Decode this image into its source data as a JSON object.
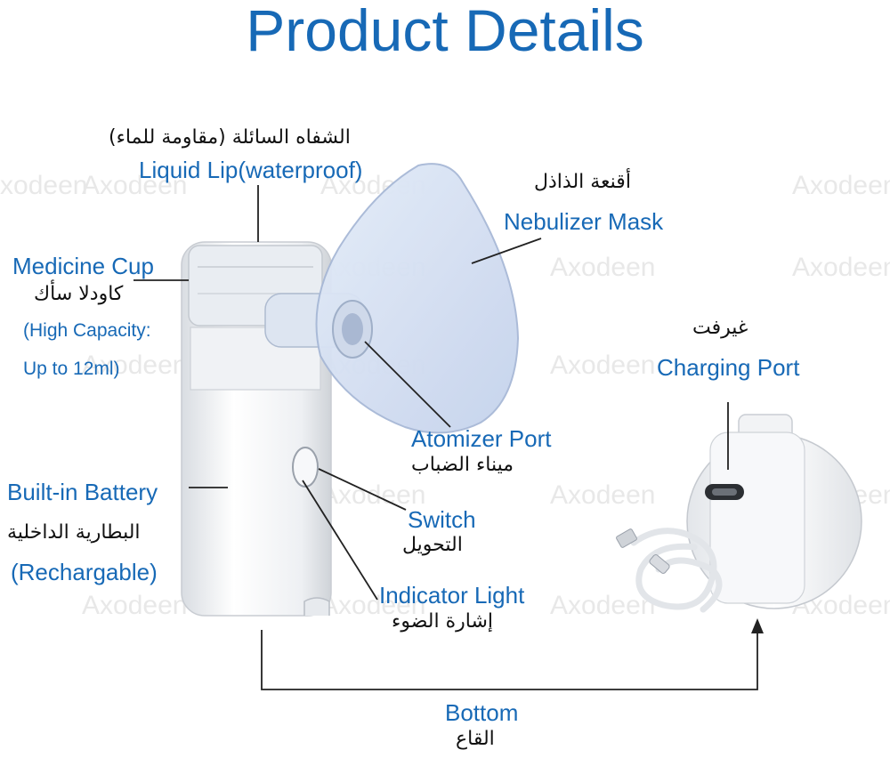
{
  "title": "Product Details",
  "watermark": "Axodeen",
  "labels": {
    "liquid_lip": {
      "ar": "الشفاه السائلة (مقاومة للماء)",
      "en": "Liquid Lip(waterproof)"
    },
    "nebulizer_mask": {
      "ar": "أقنعة الذاذل",
      "en": "Nebulizer Mask"
    },
    "medicine_cup": {
      "en": "Medicine Cup",
      "ar": "كاودلا سأك",
      "cap1": "(High Capacity:",
      "cap2": "Up to 12ml)"
    },
    "charging_port": {
      "ar": "غيرفت",
      "en": "Charging Port"
    },
    "atomizer_port": {
      "en": "Atomizer Port",
      "ar": "ميناء الضباب"
    },
    "built_in_battery": {
      "en": "Built-in Battery",
      "ar": "البطارية الداخلية",
      "note": "(Rechargable)"
    },
    "switch": {
      "en": "Switch",
      "ar": "التحويل"
    },
    "indicator_light": {
      "en": "Indicator Light",
      "ar": "إشارة الضوء"
    },
    "bottom": {
      "en": "Bottom",
      "ar": "القاع"
    }
  },
  "colors": {
    "accent": "#1769b6",
    "line": "#222222"
  }
}
